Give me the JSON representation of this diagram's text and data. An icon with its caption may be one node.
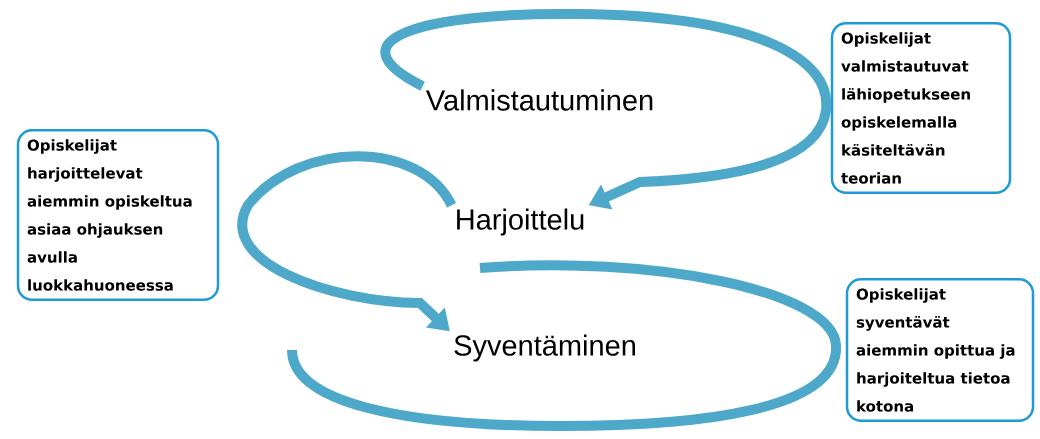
{
  "diagram": {
    "nodes": [
      {
        "text": [
          "Valmistautuminen"
        ]
      },
      {
        "text": [
          "Opiskelijat valmistautuvat lähiopetukseen opiskelemalla käsiteltävän teorian"
        ]
      },
      {
        "text": [
          "Opiskelijat harjoittelevat aiemmin opiskeltua asiaa ohjauksen avulla luokkahuoneessa"
        ]
      },
      {
        "text": [
          "Harjoittelu"
        ]
      },
      {
        "text": [
          "Syventäminen"
        ]
      },
      {
        "text": [
          "Opiskelijat syventävät aiemmin opittua ja harjoiteltua tietoa kotona"
        ]
      }
    ],
    "edges": [
      {
        "from": 0,
        "to": 3,
        "arrow": "to"
      },
      {
        "from": 3,
        "to": 4,
        "arrow": "to"
      }
    ]
  }
}
